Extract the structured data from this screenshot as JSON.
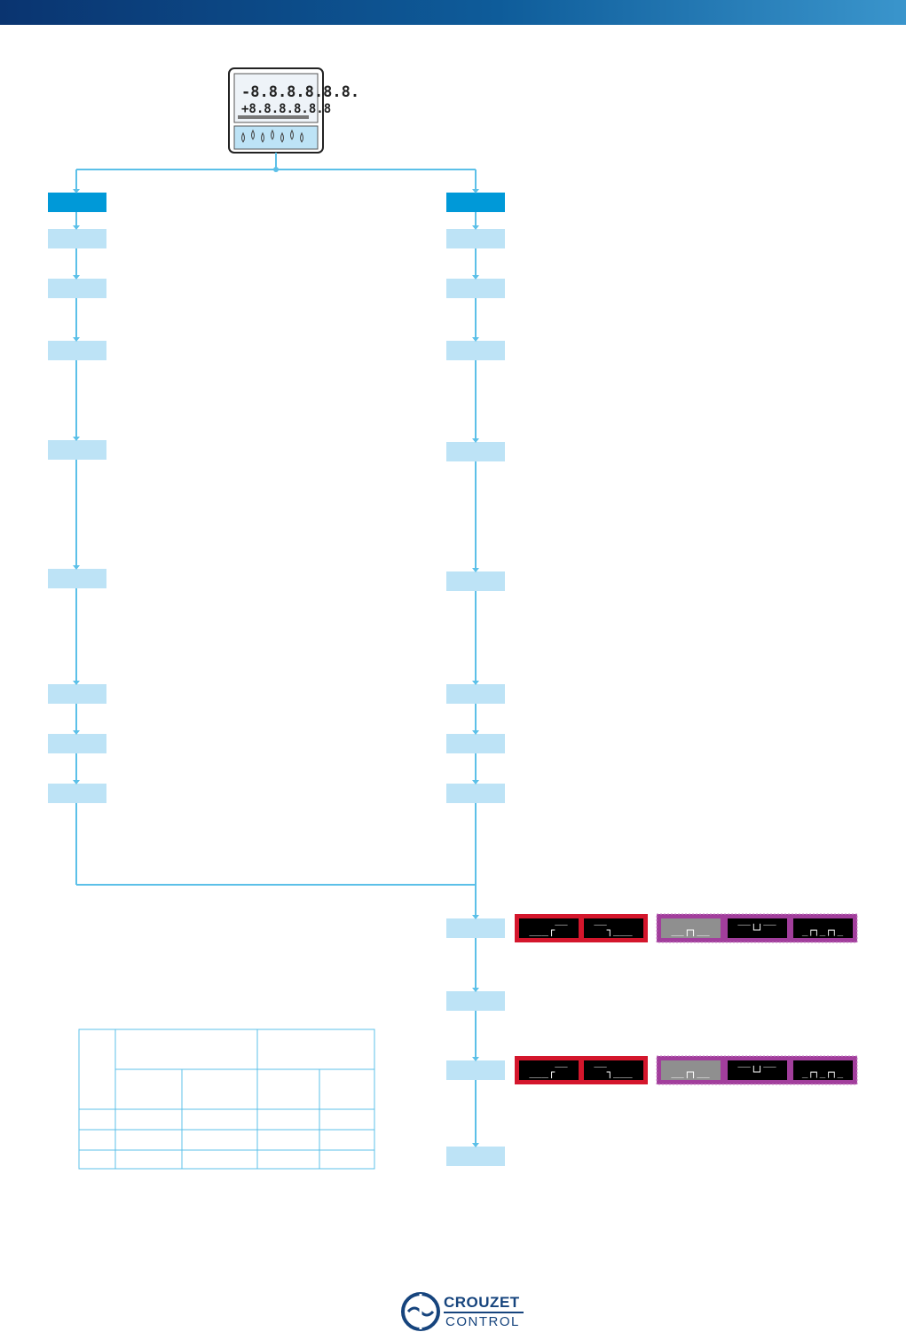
{
  "brand": {
    "name_line1": "CROUZET",
    "name_line2": "CONTROL",
    "colors": {
      "primary": "#16447d",
      "line": "#5cc0e8",
      "box_light": "#bde3f6",
      "box_dark": "#0099d8"
    }
  },
  "device": {
    "display_top": "-8.8.8.8.8.8.",
    "display_bottom": "+8.8.8.8.8.8"
  },
  "flow": {
    "left_boxes": 9,
    "right_boxes": 9,
    "bottom_boxes": 4
  },
  "signals": {
    "row1_red": [
      "___┌‾‾",
      "‾‾┐___"
    ],
    "row1_purple": [
      "__┌┐__",
      "‾‾└┘‾‾",
      "_┌┐_┌┐_"
    ],
    "row2_red": [
      "___┌‾‾",
      "‾‾┐___"
    ],
    "row2_purple": [
      "__┌┐__",
      "‾‾└┘‾‾",
      "_┌┐_┌┐_"
    ]
  }
}
